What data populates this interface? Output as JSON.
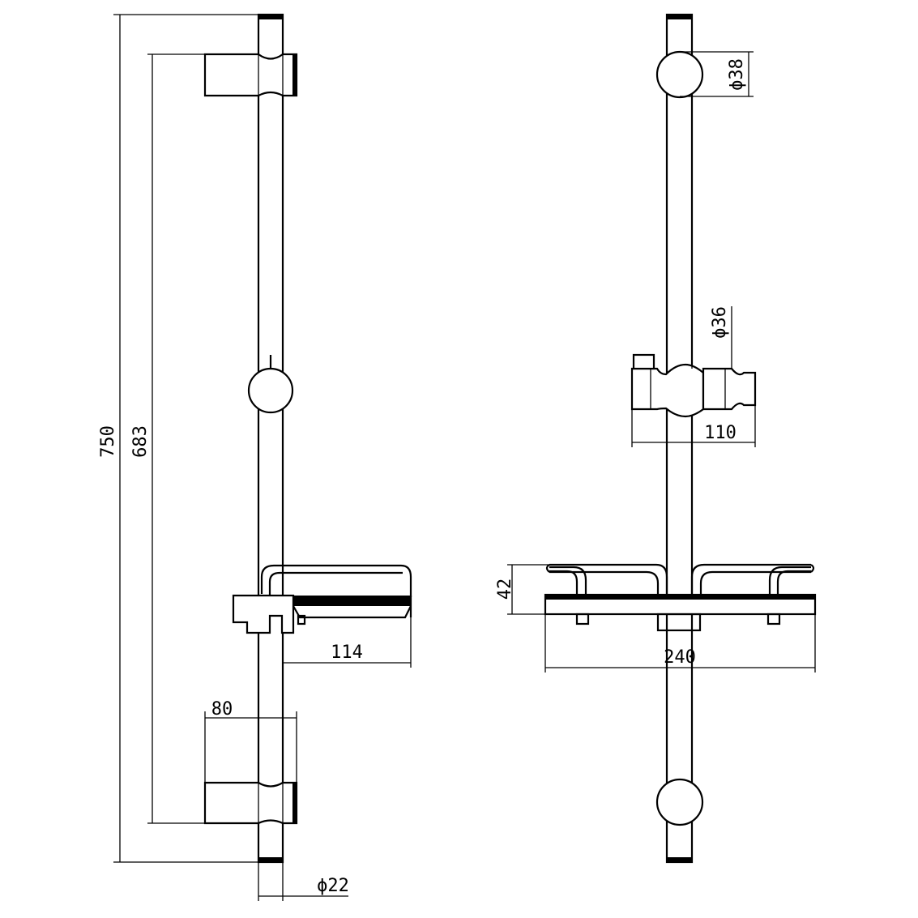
{
  "dimensions": {
    "total_length": "750",
    "bracket_spacing": "683",
    "bracket_depth": "80",
    "soap_dish_depth": "114",
    "bar_diameter": "ϕ22",
    "knob_diameter": "ϕ38",
    "slider_diameter": "ϕ36",
    "slider_projection": "110",
    "soap_dish_height": "42",
    "soap_dish_width": "240"
  }
}
